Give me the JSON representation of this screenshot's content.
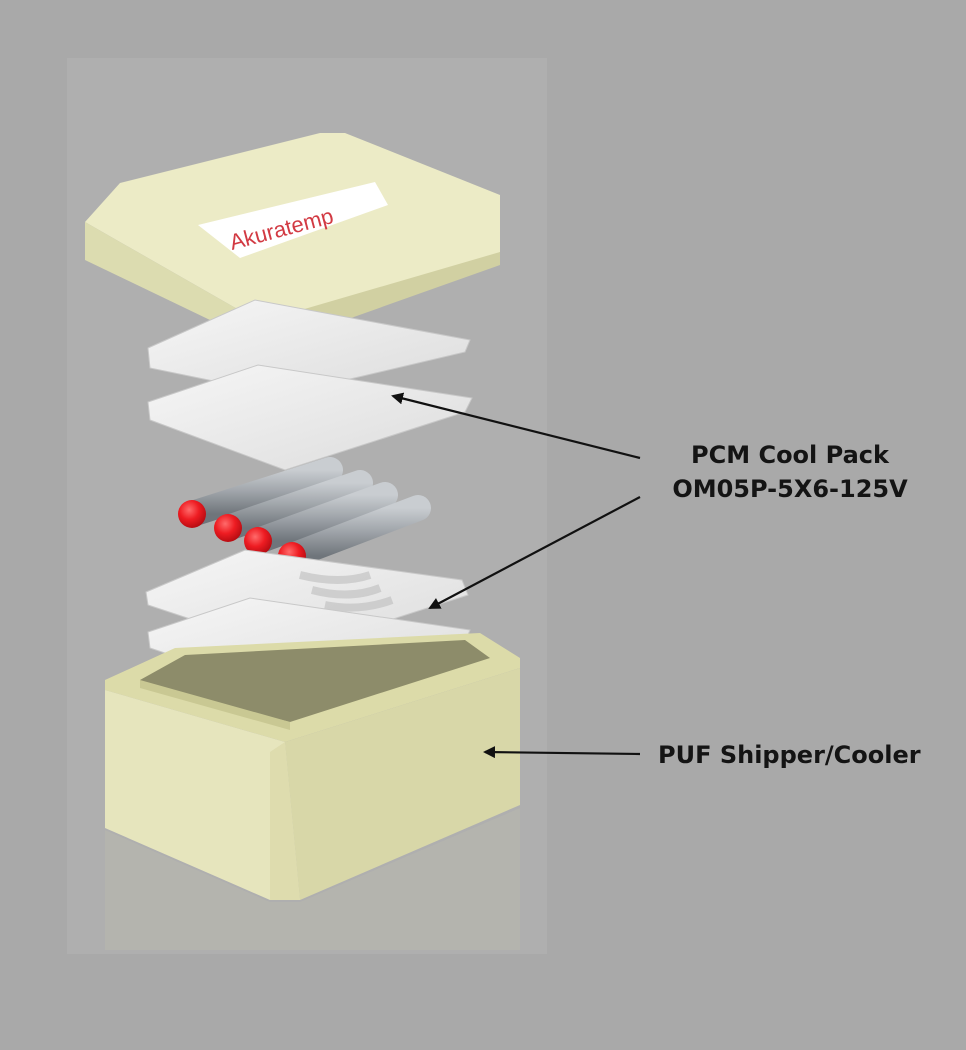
{
  "brand": {
    "logo_text": "Akuratemp",
    "logo_color": "#d23a43"
  },
  "callouts": {
    "pcm": {
      "line1": "PCM Cool Pack",
      "line2": "OM05P-5X6-125V"
    },
    "puf": {
      "text": "PUF Shipper/Cooler"
    }
  },
  "colors": {
    "background": "#a9a9a9",
    "foam": "#e8e6bf",
    "pack": "#eeeeee",
    "cap": "#e8131b",
    "tube": "#9aa0a6"
  }
}
